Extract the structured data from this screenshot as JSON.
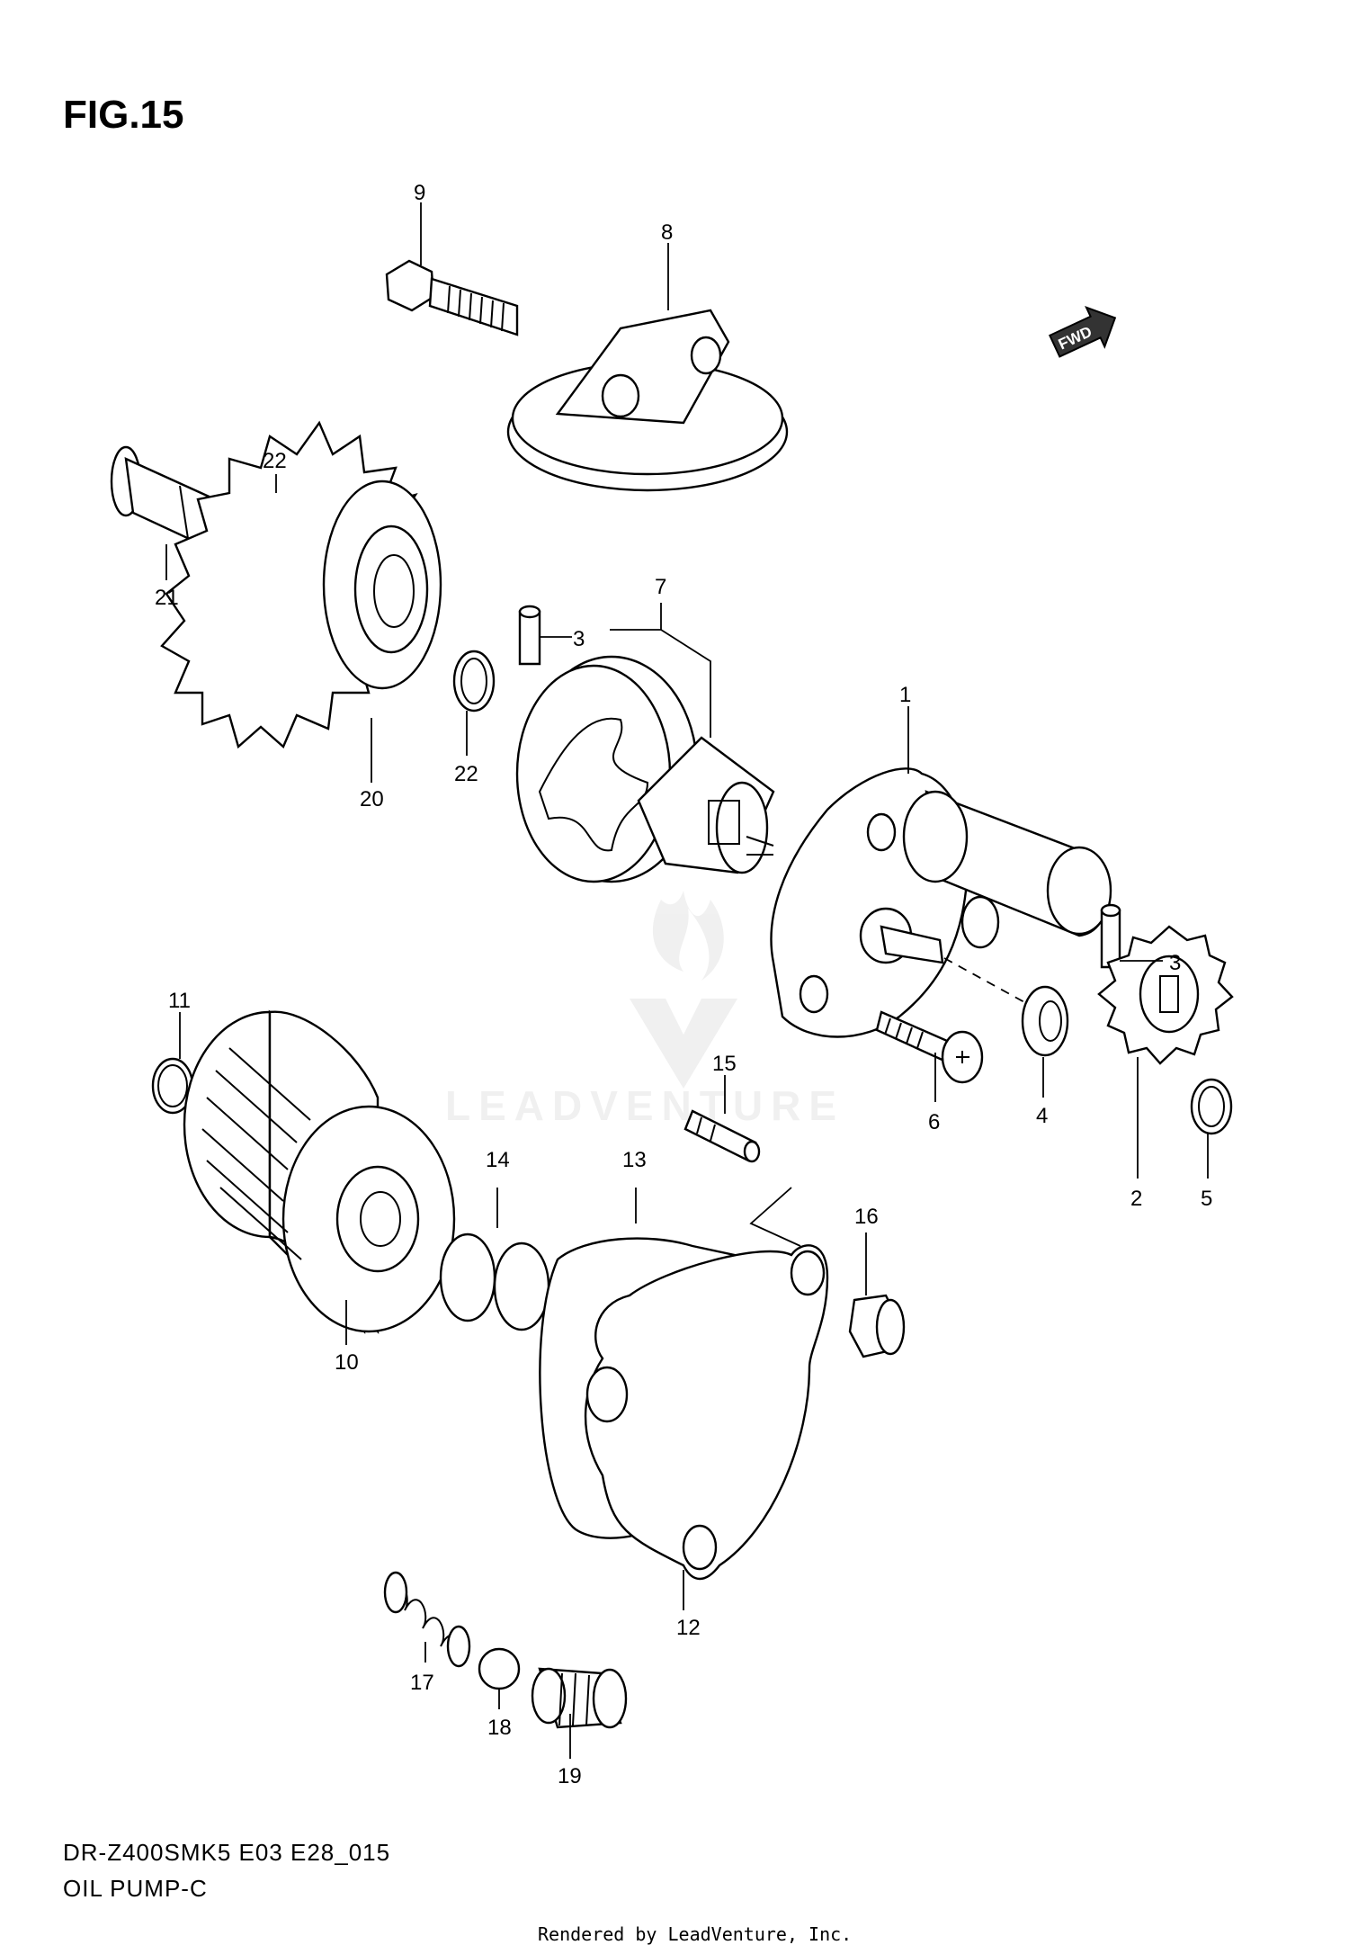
{
  "figure": {
    "title": "FIG.15",
    "model_code": "DR-Z400SMK5 E03 E28_015",
    "section_name": "OIL PUMP-C",
    "rendered_by": "Rendered by LeadVenture, Inc.",
    "watermark": "LEADVENTURE",
    "direction_marker": "FWD"
  },
  "callouts": [
    "1",
    "2",
    "3",
    "3",
    "4",
    "5",
    "6",
    "7",
    "8",
    "9",
    "10",
    "11",
    "12",
    "13",
    "14",
    "15",
    "16",
    "17",
    "18",
    "19",
    "20",
    "21",
    "22",
    "22"
  ]
}
